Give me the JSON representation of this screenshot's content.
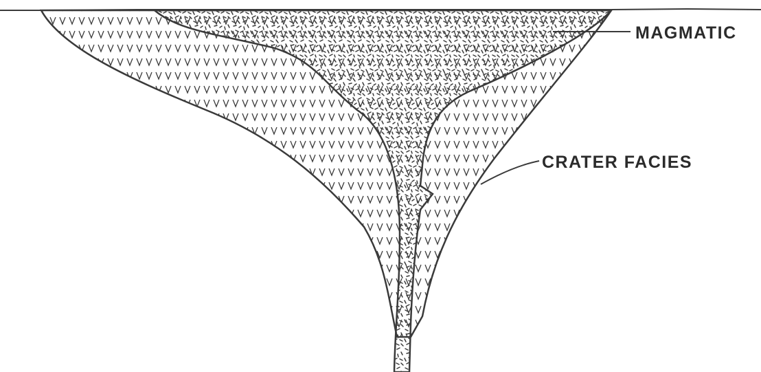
{
  "labels": {
    "magmatic": "MAGMATIC",
    "crater_facies": "CRATER FACIES"
  },
  "colors": {
    "ink": "#3a3a3a",
    "background": "#ffffff"
  },
  "patterns": {
    "magmatic": "random-dashes",
    "crater_facies": "v-marks"
  }
}
